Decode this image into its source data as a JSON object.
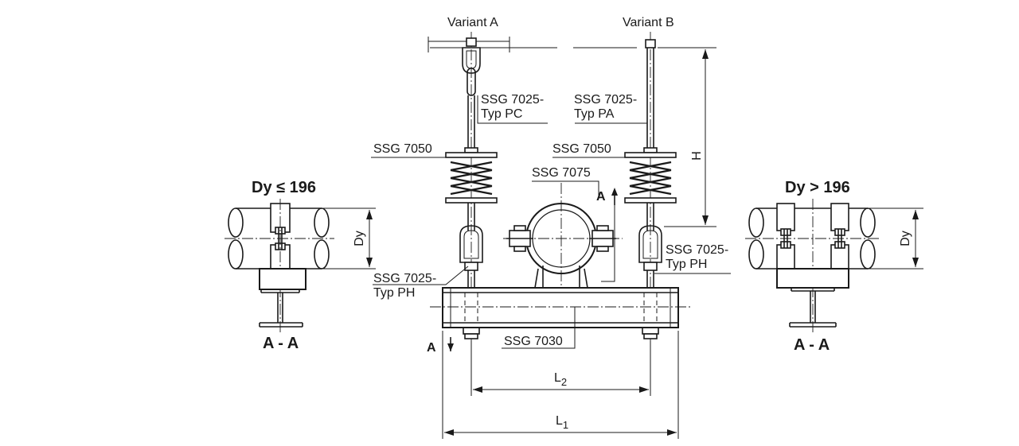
{
  "labels": {
    "variant_a": "Variant A",
    "variant_b": "Variant B",
    "ssg7025_pc_line1": "SSG 7025-",
    "ssg7025_pc_line2": "Typ PC",
    "ssg7025_pa_line1": "SSG 7025-",
    "ssg7025_pa_line2": "Typ PA",
    "ssg7050_left": "SSG 7050",
    "ssg7050_right": "SSG 7050",
    "ssg7075": "SSG 7075",
    "ssg7025_ph_left_line1": "SSG 7025-",
    "ssg7025_ph_left_line2": "Typ PH",
    "ssg7025_ph_right_line1": "SSG 7025-",
    "ssg7025_ph_right_line2": "Typ PH",
    "ssg7030": "SSG 7030"
  },
  "dimensions": {
    "h": "H",
    "l2_base": "L",
    "l2_sub": "2",
    "l1_base": "L",
    "l1_sub": "1",
    "dy_left": "Dy",
    "dy_right": "Dy"
  },
  "section": {
    "marker_top": "A",
    "marker_bottom": "A",
    "left_heading": "Dy ≤ 196",
    "right_heading": "Dy > 196",
    "left_caption": "A - A",
    "right_caption": "A - A"
  }
}
